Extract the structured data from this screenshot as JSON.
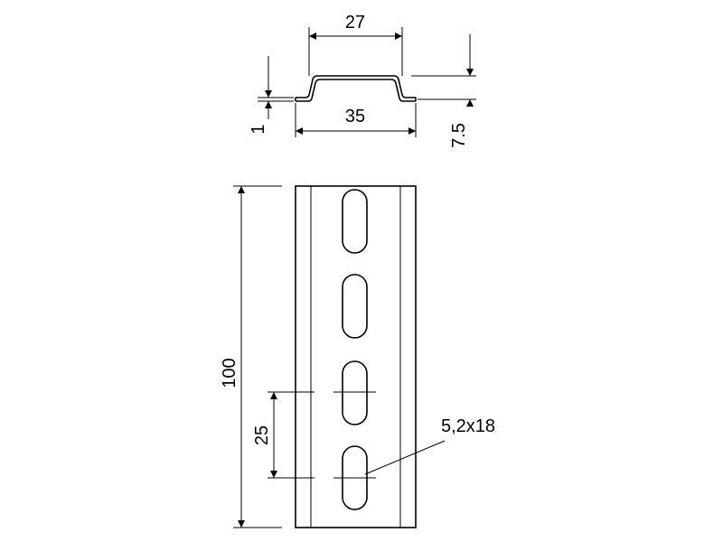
{
  "drawing": {
    "top_width": "27",
    "base_width": "35",
    "thickness": "1",
    "height": "7.5",
    "length": "100",
    "slot_pitch": "25",
    "slot_size": "5,2x18"
  }
}
